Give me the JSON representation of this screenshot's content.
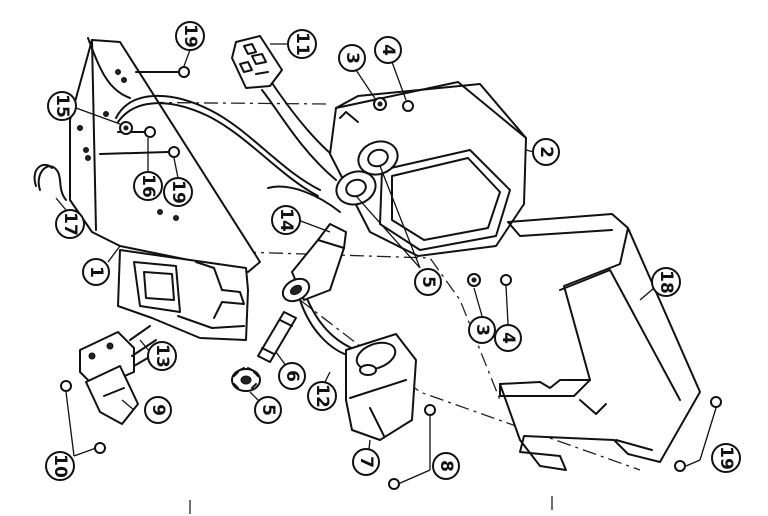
{
  "callouts": {
    "c1": "1",
    "c2": "2",
    "c3a": "3",
    "c3b": "3",
    "c4a": "4",
    "c4b": "4",
    "c5a": "5",
    "c5b": "5",
    "c6": "6",
    "c7": "7",
    "c8": "8",
    "c9": "9",
    "c10": "10",
    "c11": "11",
    "c12": "12",
    "c13": "13",
    "c14": "14",
    "c15": "15",
    "c16": "16",
    "c17": "17",
    "c18": "18",
    "c19a": "19",
    "c19b": "19",
    "c19c": "19"
  }
}
